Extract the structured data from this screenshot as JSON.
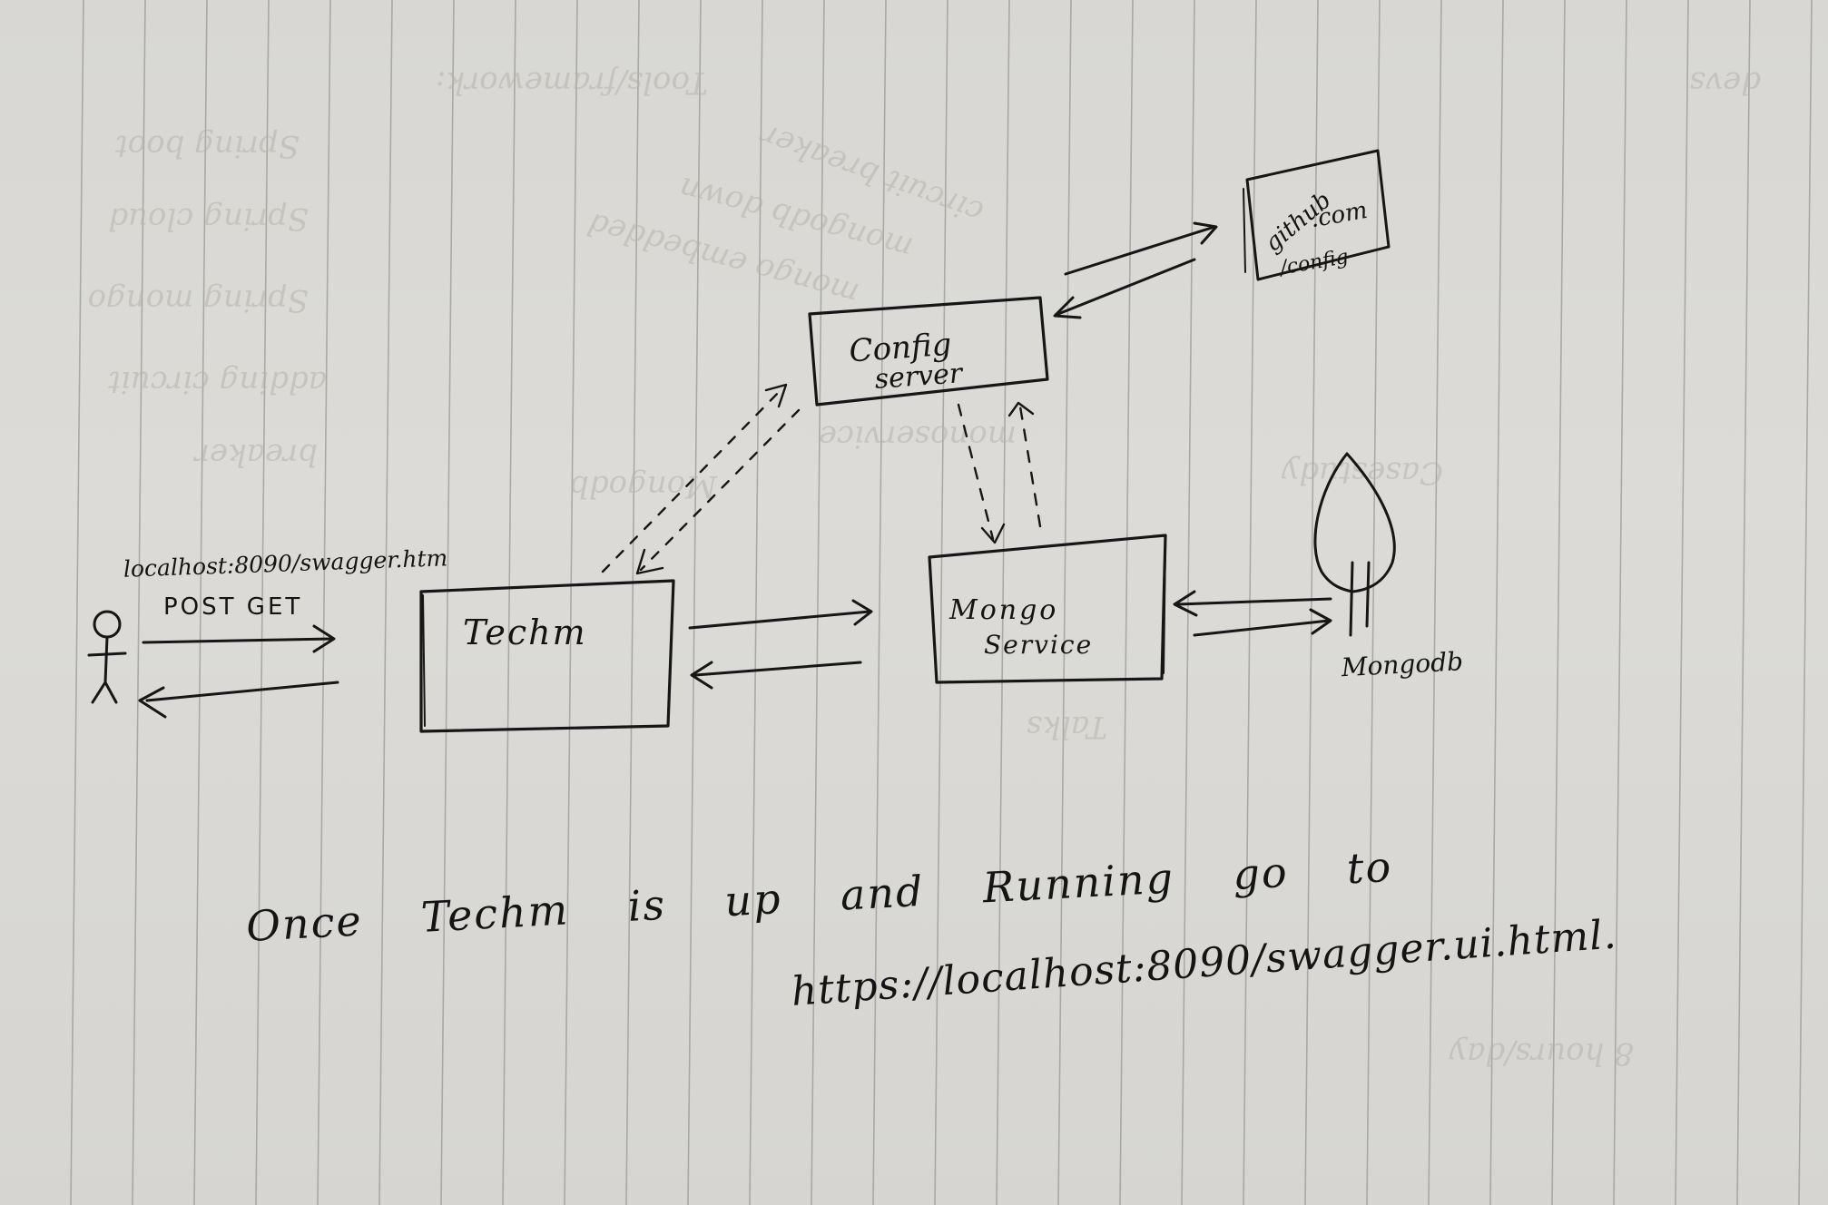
{
  "diagram": {
    "user_label": "localhost:8090/swagger.htm",
    "user_request_methods": "POST GET",
    "techm_label": "Techm",
    "config_server_label_line1": "Config",
    "config_server_label_line2": "server",
    "github_label_line1": "github",
    "github_label_line2": ".com",
    "github_label_line3": "/config",
    "mongo_service_label_line1": "Mongo",
    "mongo_service_label_line2": "Service",
    "mongodb_label": "Mongodb"
  },
  "note": {
    "line1": "Once Techm is up and Running go to",
    "line2": "https://localhost:8090/swagger.ui.html."
  },
  "background_ghost_text": [
    "Tools/framework:",
    "Spring boot",
    "Spring cloud",
    "Spring mongo",
    "adding circuit",
    "breaker",
    "circuit breaker",
    "mongodb down",
    "mongo embedded",
    "monoservice",
    "Mongodb",
    "Casestudy",
    "Talks",
    "devs",
    "8 hours/day"
  ],
  "colors": {
    "paper": "#d8d7d3",
    "ink": "#141414",
    "ruling": "#9a9995"
  }
}
